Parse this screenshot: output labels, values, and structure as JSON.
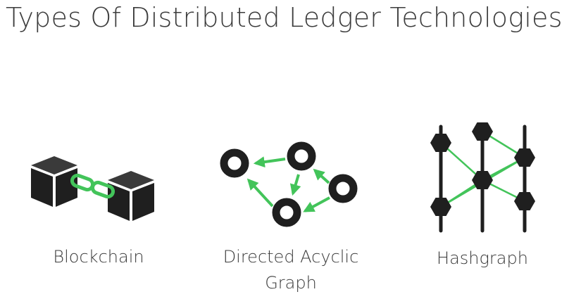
{
  "title": "Types Of Distributed Ledger Technologies",
  "colors": {
    "dark": "#1f1f1f",
    "accent_green": "#43c45a",
    "text": "#3a3a3a"
  },
  "diagram": {
    "items": [
      {
        "label": "Blockchain",
        "icons": [
          "cube-icon",
          "chain-link-icon",
          "cube-icon"
        ]
      },
      {
        "label_line1": "Directed Acyclic",
        "label_line2": "Graph",
        "icons": [
          "ring-node-icon",
          "arrow-icon"
        ]
      },
      {
        "label": "Hashgraph",
        "icons": [
          "hexagon-node-icon",
          "timeline-icon"
        ]
      }
    ]
  }
}
